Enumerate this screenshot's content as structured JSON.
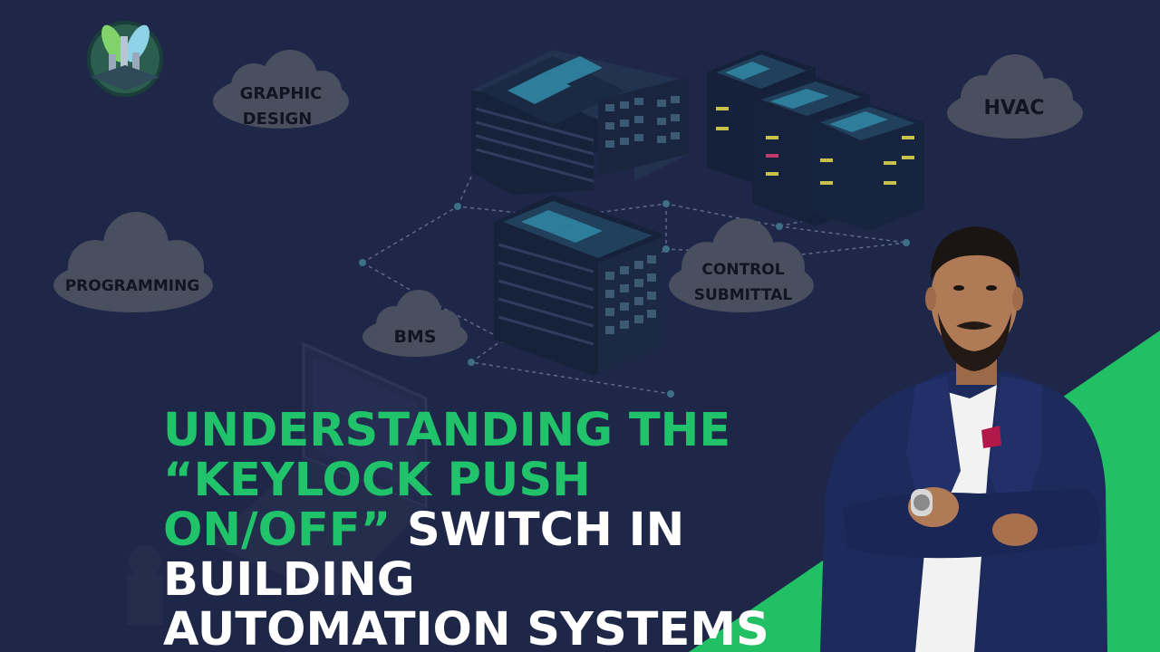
{
  "clouds": {
    "graphic_design_line1": "GRAPHIC",
    "graphic_design_line2": "DESIGN",
    "hvac": "HVAC",
    "programming": "PROGRAMMING",
    "bms": "BMS",
    "control_submittal_line1": "CONTROL",
    "control_submittal_line2": "SUBMITTAL"
  },
  "headline": {
    "line1": "UNDERSTANDING THE",
    "line2": "“KEYLOCK PUSH",
    "line3_green": "ON/OFF”",
    "line3_white": " SWITCH IN",
    "line4": "BUILDING",
    "line5": "AUTOMATION SYSTEMS"
  },
  "colors": {
    "background": "#1f2749",
    "accent_green": "#20c26a",
    "cloud": "#4a4f60",
    "text_white": "#ffffff"
  },
  "icons": [
    "city-logo-icon",
    "building-icon",
    "laptop-icon",
    "presenter-photo"
  ]
}
